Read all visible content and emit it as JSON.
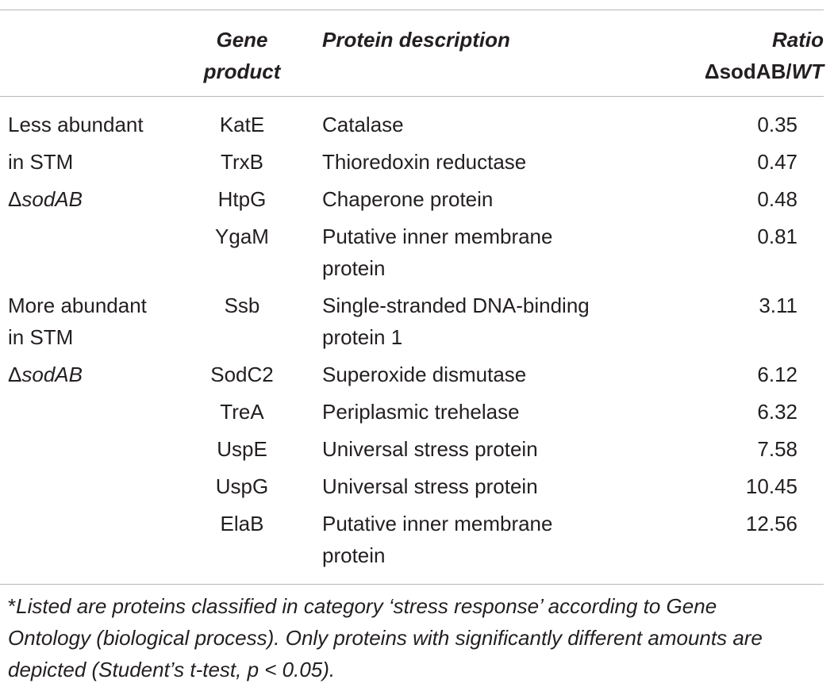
{
  "table": {
    "headers": {
      "group": "",
      "gene_line1": "Gene",
      "gene_line2": "product",
      "desc": "Protein description",
      "ratio_line1": "Ratio",
      "ratio_prefix": "ΔsodAB/",
      "ratio_wt": "WT"
    },
    "groups": [
      {
        "line1": "Less abundant",
        "line2": "in STM",
        "delta": "Δ",
        "line3": "sodAB"
      },
      {
        "line1": "More abundant",
        "line2": "in STM",
        "delta": "Δ",
        "line3": "sodAB"
      }
    ],
    "rows": [
      {
        "gene": "KatE",
        "desc": "Catalase",
        "ratio": "0.35"
      },
      {
        "gene": "TrxB",
        "desc": "Thioredoxin reductase",
        "ratio": "0.47"
      },
      {
        "gene": "HtpG",
        "desc": "Chaperone protein",
        "ratio": "0.48"
      },
      {
        "gene": "YgaM",
        "desc": "Putative inner membrane",
        "desc2": "protein",
        "ratio": "0.81"
      },
      {
        "gene": "Ssb",
        "desc": "Single-stranded DNA-binding",
        "desc2": "protein 1",
        "ratio": "3.11"
      },
      {
        "gene": "SodC2",
        "desc": "Superoxide dismutase",
        "ratio": "6.12"
      },
      {
        "gene": "TreA",
        "desc": "Periplasmic trehelase",
        "ratio": "6.32"
      },
      {
        "gene": "UspE",
        "desc": "Universal stress protein",
        "ratio": "7.58"
      },
      {
        "gene": "UspG",
        "desc": "Universal stress protein",
        "ratio": "10.45"
      },
      {
        "gene": "ElaB",
        "desc": "Putative inner membrane",
        "desc2": "protein",
        "ratio": "12.56"
      }
    ],
    "footnote": {
      "asterisk": "*",
      "line1": "Listed are proteins classified in category ‘stress response’ according to Gene",
      "line2": "Ontology (biological process). Only proteins with significantly different amounts are",
      "line3": "depicted (Student’s t-test, p < 0.05)."
    }
  }
}
